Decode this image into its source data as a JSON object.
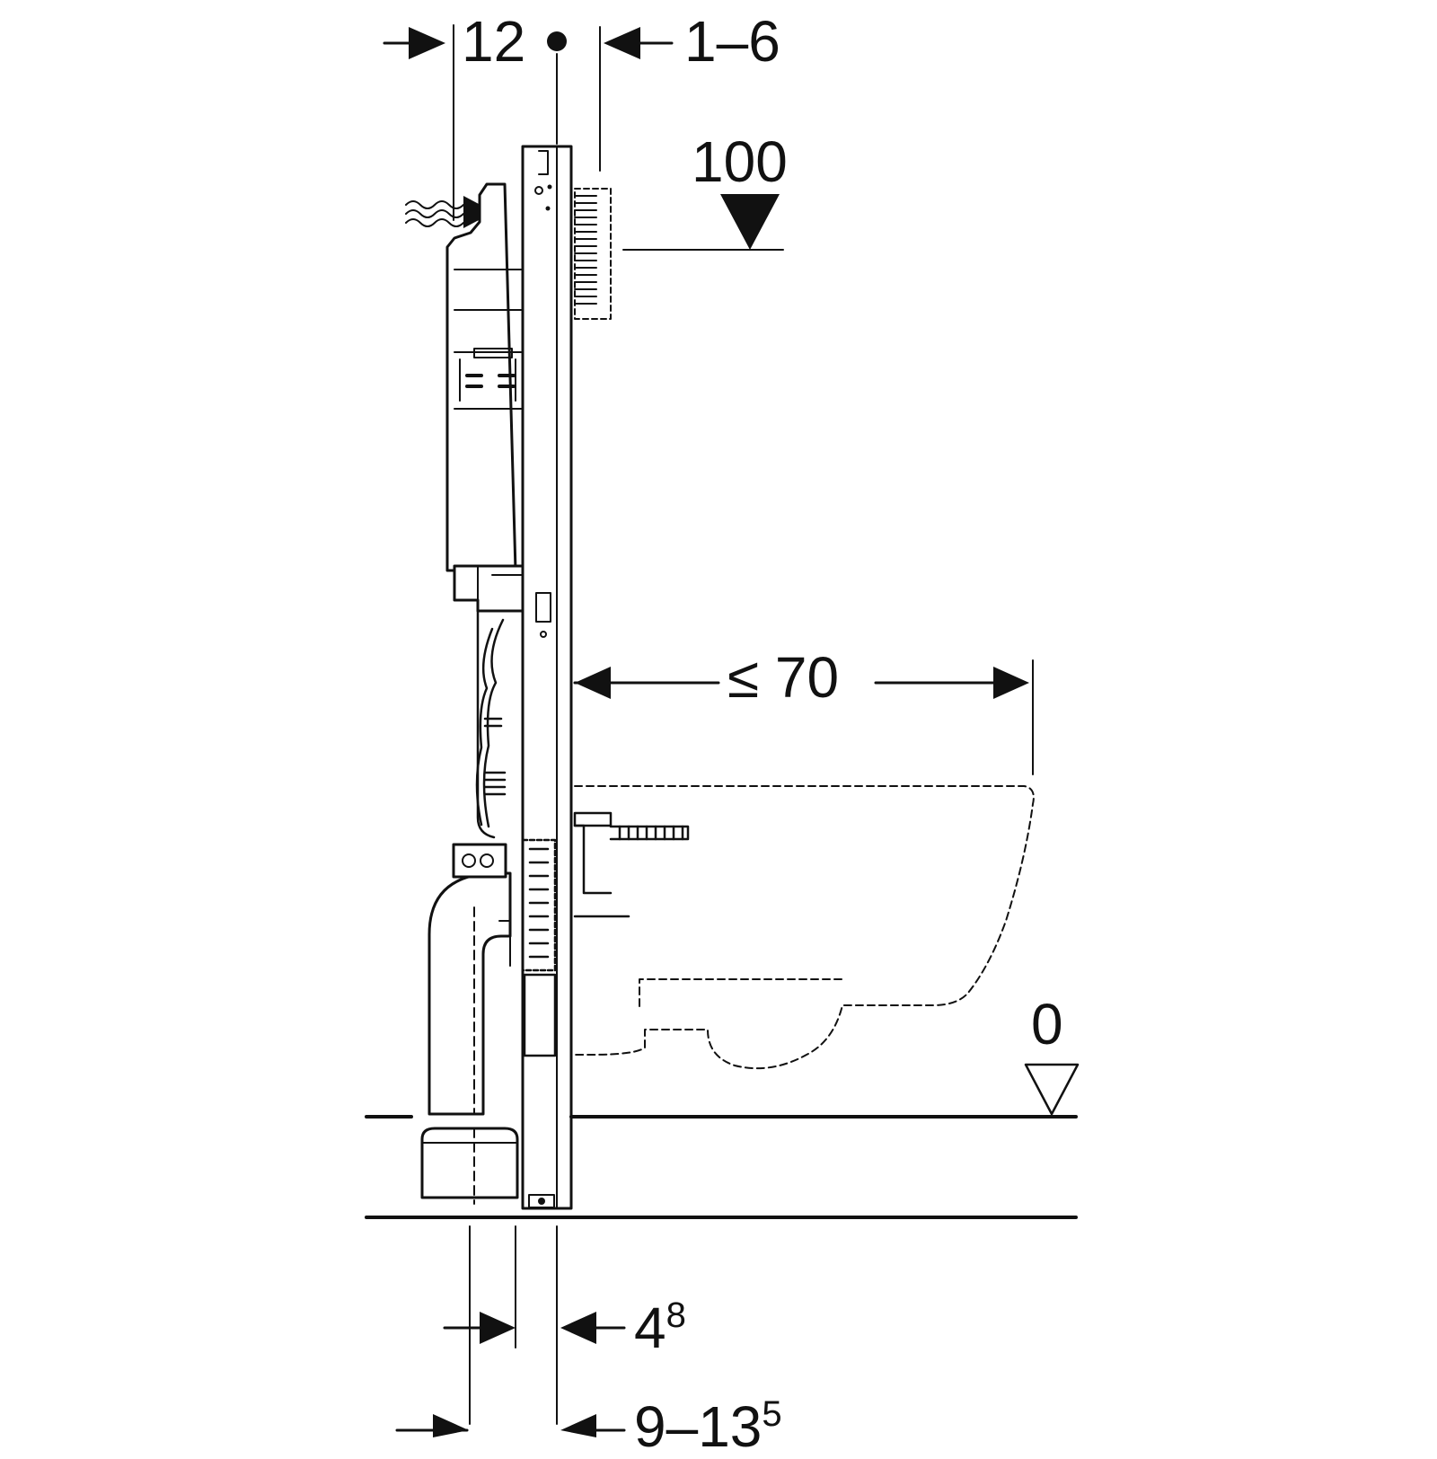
{
  "dimensions": {
    "wall_cover": "12",
    "wall_adjust": "1–6",
    "flush_plate_height": "100",
    "bowl_projection": "≤ 70",
    "floor_level": "0",
    "bottom_gap_base": "4",
    "bottom_gap_exp": "8",
    "drain_offset_base": "9–13",
    "drain_offset_exp": "5"
  },
  "colors": {
    "ink": "#111111",
    "paper": "#ffffff"
  },
  "icons": [
    "airflow-icon",
    "level-marker-filled",
    "level-marker-outline",
    "axis-dot"
  ]
}
